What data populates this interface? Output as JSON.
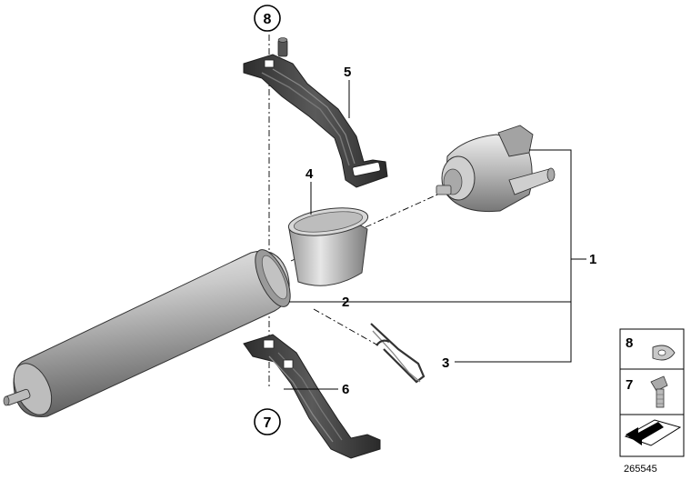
{
  "callouts": {
    "c1": "1",
    "c2": "2",
    "c3": "3",
    "c4": "4",
    "c5": "5",
    "c6": "6",
    "c7": "7",
    "c8": "8"
  },
  "legend": {
    "item8": "8",
    "item7": "7"
  },
  "figure_id": "265545"
}
